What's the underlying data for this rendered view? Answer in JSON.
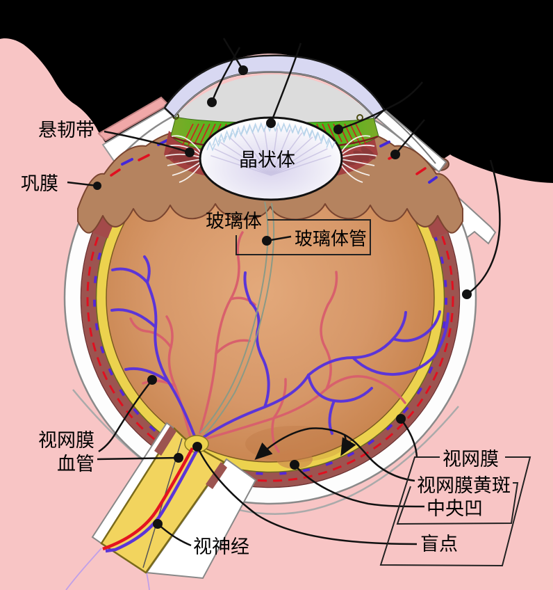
{
  "figure": {
    "kind": "anatomical diagram",
    "subject": "Cross-section of the human eye with Chinese labels"
  },
  "labels": {
    "suspensory_ligament": "悬韧带",
    "sclera": "巩膜",
    "lens": "晶状体",
    "vitreous_body": "玻璃体",
    "hyaloid_canal": "玻璃体管",
    "retinal_vessels_line1": "视网膜",
    "retinal_vessels_line2": "血管",
    "optic_nerve": "视神经",
    "retina": "视网膜",
    "macula": "视网膜黄斑",
    "fovea": "中央凹",
    "blind_spot": "盲点"
  },
  "colors": {
    "background_pink": "#f8c5c5",
    "mask_black": "#000000",
    "sclera_white": "#fdfdfd",
    "choroid": "#9c5450",
    "ciliary_red": "#a34a4a",
    "retina_yellow": "#ecd24e",
    "vitreous_orange": "#d69768",
    "cornea_lavender": "#d8d8f2",
    "aqueous_gray": "#dcdcdc",
    "iris_green": "#4cbc1e",
    "vein_purple": "#5b35d8",
    "artery_red": "#d8606c",
    "dashed_artery": "#e01020",
    "dashed_vein": "#5526d8",
    "ora_serrata_tan": "#b5835f",
    "callout_black": "#111111"
  }
}
